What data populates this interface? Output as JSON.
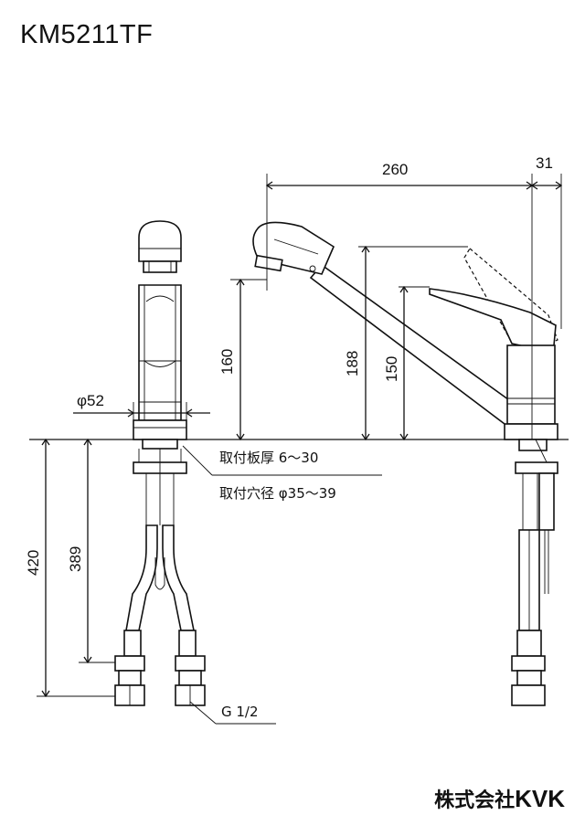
{
  "title": "KM5211TF",
  "brand": {
    "jp": "株式会社",
    "en": "KVK"
  },
  "dimensions": {
    "spout_reach": "260",
    "handle_offset": "31",
    "spout_height": "160",
    "handle_height": "188",
    "outlet_height": "150",
    "base_diameter": "φ52",
    "total_below_deck": "420",
    "hose_length": "389"
  },
  "labels": {
    "plate_thickness": "取付板厚 6～30",
    "hole_diameter": "取付穴径 φ35～39",
    "thread": "G 1/2"
  }
}
